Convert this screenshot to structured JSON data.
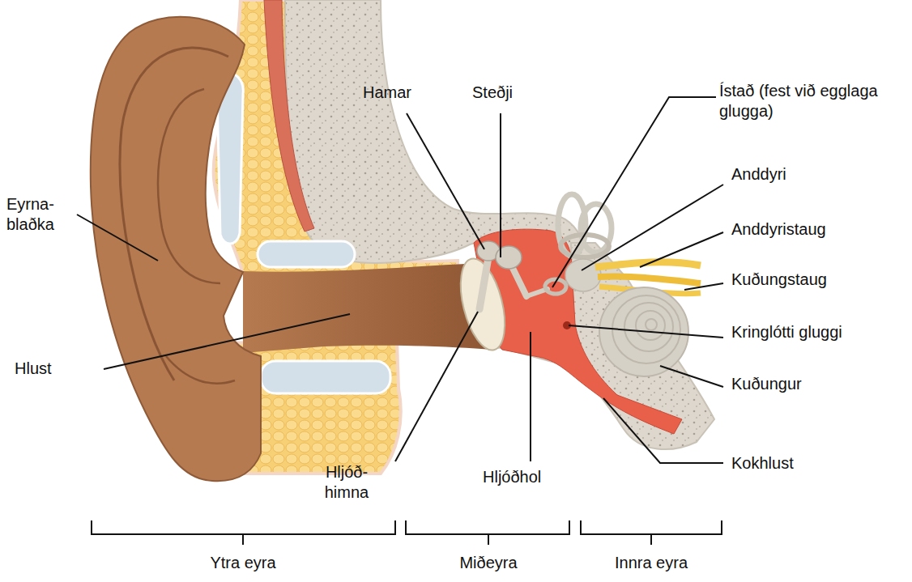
{
  "diagram": {
    "labels": [
      "Eyrna- blaðka",
      "Hlust",
      "Hamar",
      "Steðji",
      "Ístað (fest við egglaga glugga)",
      "Anddyri",
      "Anddyristaug",
      "Kuðungstaug",
      "Kringlótti gluggi",
      "Kuðungur",
      "Kokhlust",
      "Hljóð- himna",
      "Hljóðhol",
      "Ytra eyra",
      "Miðeyra",
      "Innra eyra"
    ]
  }
}
